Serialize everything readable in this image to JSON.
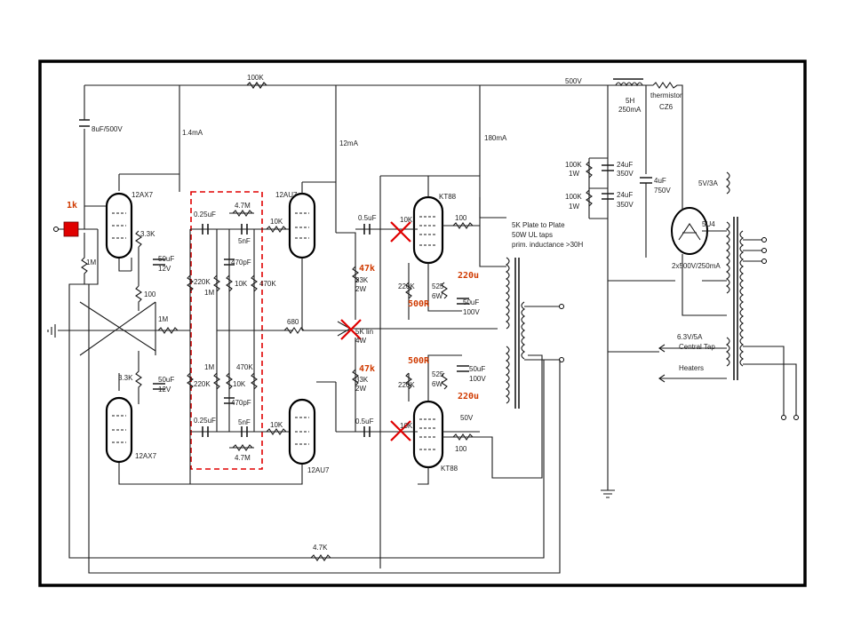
{
  "annotations": {
    "input_mark": "1k",
    "r47k_upper": "47k",
    "r47k_lower": "47k",
    "r500_upper": "500R",
    "r500_lower": "500R",
    "c220_upper": "220u",
    "c220_lower": "220u"
  },
  "labels": {
    "r100k_top": "100K",
    "v500": "500V",
    "cap_8uf": "8uF/500V",
    "i_1_4ma": "1.4mA",
    "i_12ma": "12mA",
    "i_180ma": "180mA",
    "choke_5h": "5H",
    "choke_250ma": "250mA",
    "thermistor": "thermistor",
    "cz6": "CZ6",
    "r100k1w_a": "100K",
    "r1w_a": "1W",
    "r100k1w_b": "100K",
    "r1w_b": "1W",
    "c24_a": "24uF",
    "c350_a": "350V",
    "c24_b": "24uF",
    "c350_b": "350V",
    "c4uf": "4uF",
    "c750v": "750V",
    "v5_3a": "5V/3A",
    "rect_5u4": "5U4",
    "ht_winding": "2x500V/250mA",
    "heater_v": "6.3V/5A",
    "central_tap": "Central Tap",
    "heaters": "Heaters",
    "tube_12ax7_top": "12AX7",
    "tube_12ax7_bot": "12AX7",
    "tube_12au7_top": "12AU7",
    "tube_12au7_bot": "12AU7",
    "tube_kt88_top": "KT88",
    "tube_kt88_bot": "KT88",
    "tube_5u4": "5U4",
    "r3k3_top": "3.3K",
    "c50_12_top_a": "50uF",
    "c50_12_top_b": "12V",
    "r1m_left": "1M",
    "r100_top": "100",
    "r1m_mid": "1M",
    "r3k3_bot": "3.3K",
    "c50_12_bot_a": "50uF",
    "c50_12_bot_b": "12V",
    "c025_top": "0.25uF",
    "r4m7_top": "4.7M",
    "c5nf_top": "5nF",
    "c470pf_top": "470pF",
    "r220k_top": "220K",
    "r1m_eq_top": "1M",
    "r10k_eq_top": "10K",
    "r470k_eq_top": "470K",
    "r1m_eq_bot": "1M",
    "r220k_bot": "220K",
    "r470k_eq_bot": "470K",
    "r10k_eq_bot": "10K",
    "c470pf_bot": "470pF",
    "c025_bot": "0.25uF",
    "c5nf_bot": "5nF",
    "r4m7_bot": "4.7M",
    "r10k_grid_top": "10K",
    "r10k_grid_bot": "10K",
    "r680": "680",
    "c05_top": "0.5uF",
    "c05_bot": "0.5uF",
    "r33k_top_a": "33K",
    "r33k_top_b": "2W",
    "r33k_bot_a": "33K",
    "r33k_bot_b": "2W",
    "r5k_lin_a": "5K lin",
    "r5k_lin_b": "4W",
    "r10k_g1_top": "10K",
    "r10k_g1_bot": "10K",
    "r100_g2_top": "100",
    "r100_g2_bot": "100",
    "r220k_kt_top": "220K",
    "r220k_kt_bot": "220K",
    "r525_top_a": "525",
    "r525_top_b": "6W",
    "r525_bot_a": "525",
    "r525_bot_b": "6W",
    "c50_100_top_a": "50uF",
    "c50_100_top_b": "100V",
    "c50_100_bot_a": "50uF",
    "c50_100_bot_b": "100V",
    "v50": "50V",
    "opt_line1": "5K Plate to Plate",
    "opt_line2": "50W UL taps",
    "opt_line3": "prim. inductance >30H",
    "r4k7_fb": "4.7K"
  }
}
